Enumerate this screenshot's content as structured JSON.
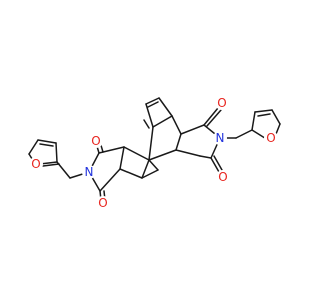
{
  "molecule": {
    "atom_labels": {
      "o_carbonyl_1": "O",
      "o_carbonyl_2": "O",
      "o_carbonyl_3": "O",
      "o_carbonyl_4": "O",
      "n_imide_left": "N",
      "n_imide_right": "N",
      "o_furan_left": "O",
      "o_furan_right": "O"
    },
    "colors": {
      "bond": "#1a1a1a",
      "oxygen": "#e8251f",
      "nitrogen": "#2233dd"
    }
  }
}
